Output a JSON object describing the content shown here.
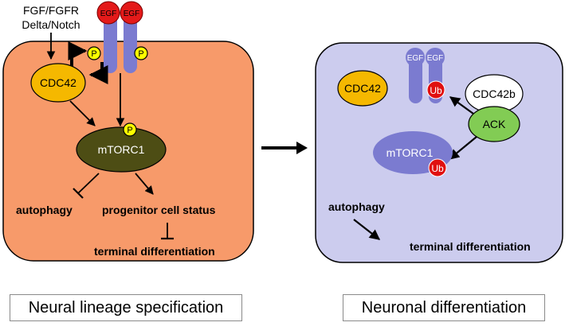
{
  "left_panel": {
    "signals_line1": "FGF/FGFR",
    "signals_line2": "Delta/Notch",
    "egf_left": "EGF",
    "egf_right": "EGF",
    "phospho": "P",
    "cdc42": "CDC42",
    "mtorc1": "mTORC1",
    "autophagy": "autophagy",
    "progenitor": "progenitor cell status",
    "terminal": "terminal differentiation",
    "caption": "Neural lineage specification"
  },
  "right_panel": {
    "egf_left": "EGF",
    "egf_right": "EGF",
    "ub": "Ub",
    "cdc42": "CDC42",
    "cdc42b": "CDC42b",
    "ack": "ACK",
    "mtorc1": "mTORC1",
    "ub2": "Ub",
    "autophagy": "autophagy",
    "terminal": "terminal differentiation",
    "caption": "Neuronal differentiation"
  },
  "colors": {
    "left_bg": "#f79a6a",
    "right_bg": "#ccccee",
    "receptor": "#7b7bd0",
    "egf_ligand": "#e41a1a",
    "phospho": "#ffff00",
    "cdc42": "#f5b800",
    "mtorc1_left": "#4d4d14",
    "mtorc1_right": "#7b7bd0",
    "ack": "#82cc54",
    "ub": "#e01010"
  }
}
